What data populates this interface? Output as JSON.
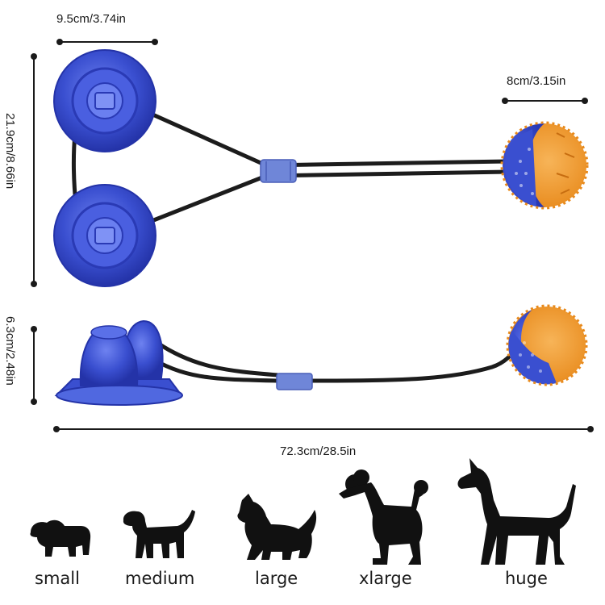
{
  "dimensions": {
    "cup_width": "9.5cm/3.74in",
    "ball_diameter": "8cm/3.15in",
    "top_height": "21.9cm/8.66in",
    "side_height": "6.3cm/2.48in",
    "total_length": "72.3cm/28.5in"
  },
  "colors": {
    "cup_blue": "#3a4fd0",
    "cup_blue_dark": "#2433a8",
    "ball_orange": "#f29a2e",
    "rope": "#1c1c1c",
    "sleeve": "#6f86d8",
    "dog_silhouette": "#111111"
  },
  "dog_sizes": [
    {
      "label": "small",
      "icon": "small-dog-icon"
    },
    {
      "label": "medium",
      "icon": "medium-dog-icon"
    },
    {
      "label": "large",
      "icon": "large-dog-icon"
    },
    {
      "label": "xlarge",
      "icon": "xlarge-dog-icon"
    },
    {
      "label": "huge",
      "icon": "huge-dog-icon"
    }
  ]
}
